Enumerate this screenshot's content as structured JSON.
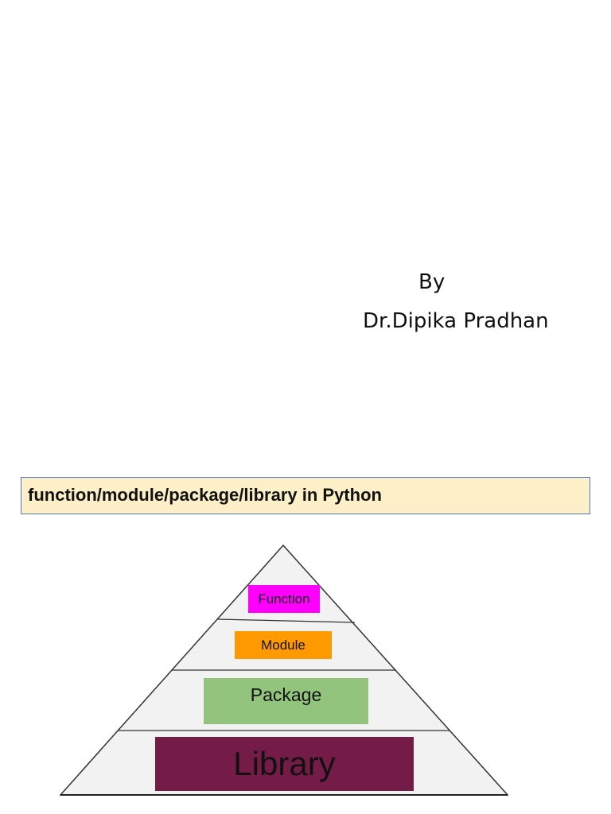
{
  "byline": {
    "by": "By",
    "author": "Dr.Dipika Pradhan"
  },
  "banner": {
    "title": "function/module/package/library in Python"
  },
  "pyramid": {
    "tiers": [
      {
        "label": "Function",
        "color": "#ff00ff"
      },
      {
        "label": "Module",
        "color": "#ff9900"
      },
      {
        "label": "Package",
        "color": "#93c47d"
      },
      {
        "label": "Library",
        "color": "#741b47"
      }
    ]
  }
}
